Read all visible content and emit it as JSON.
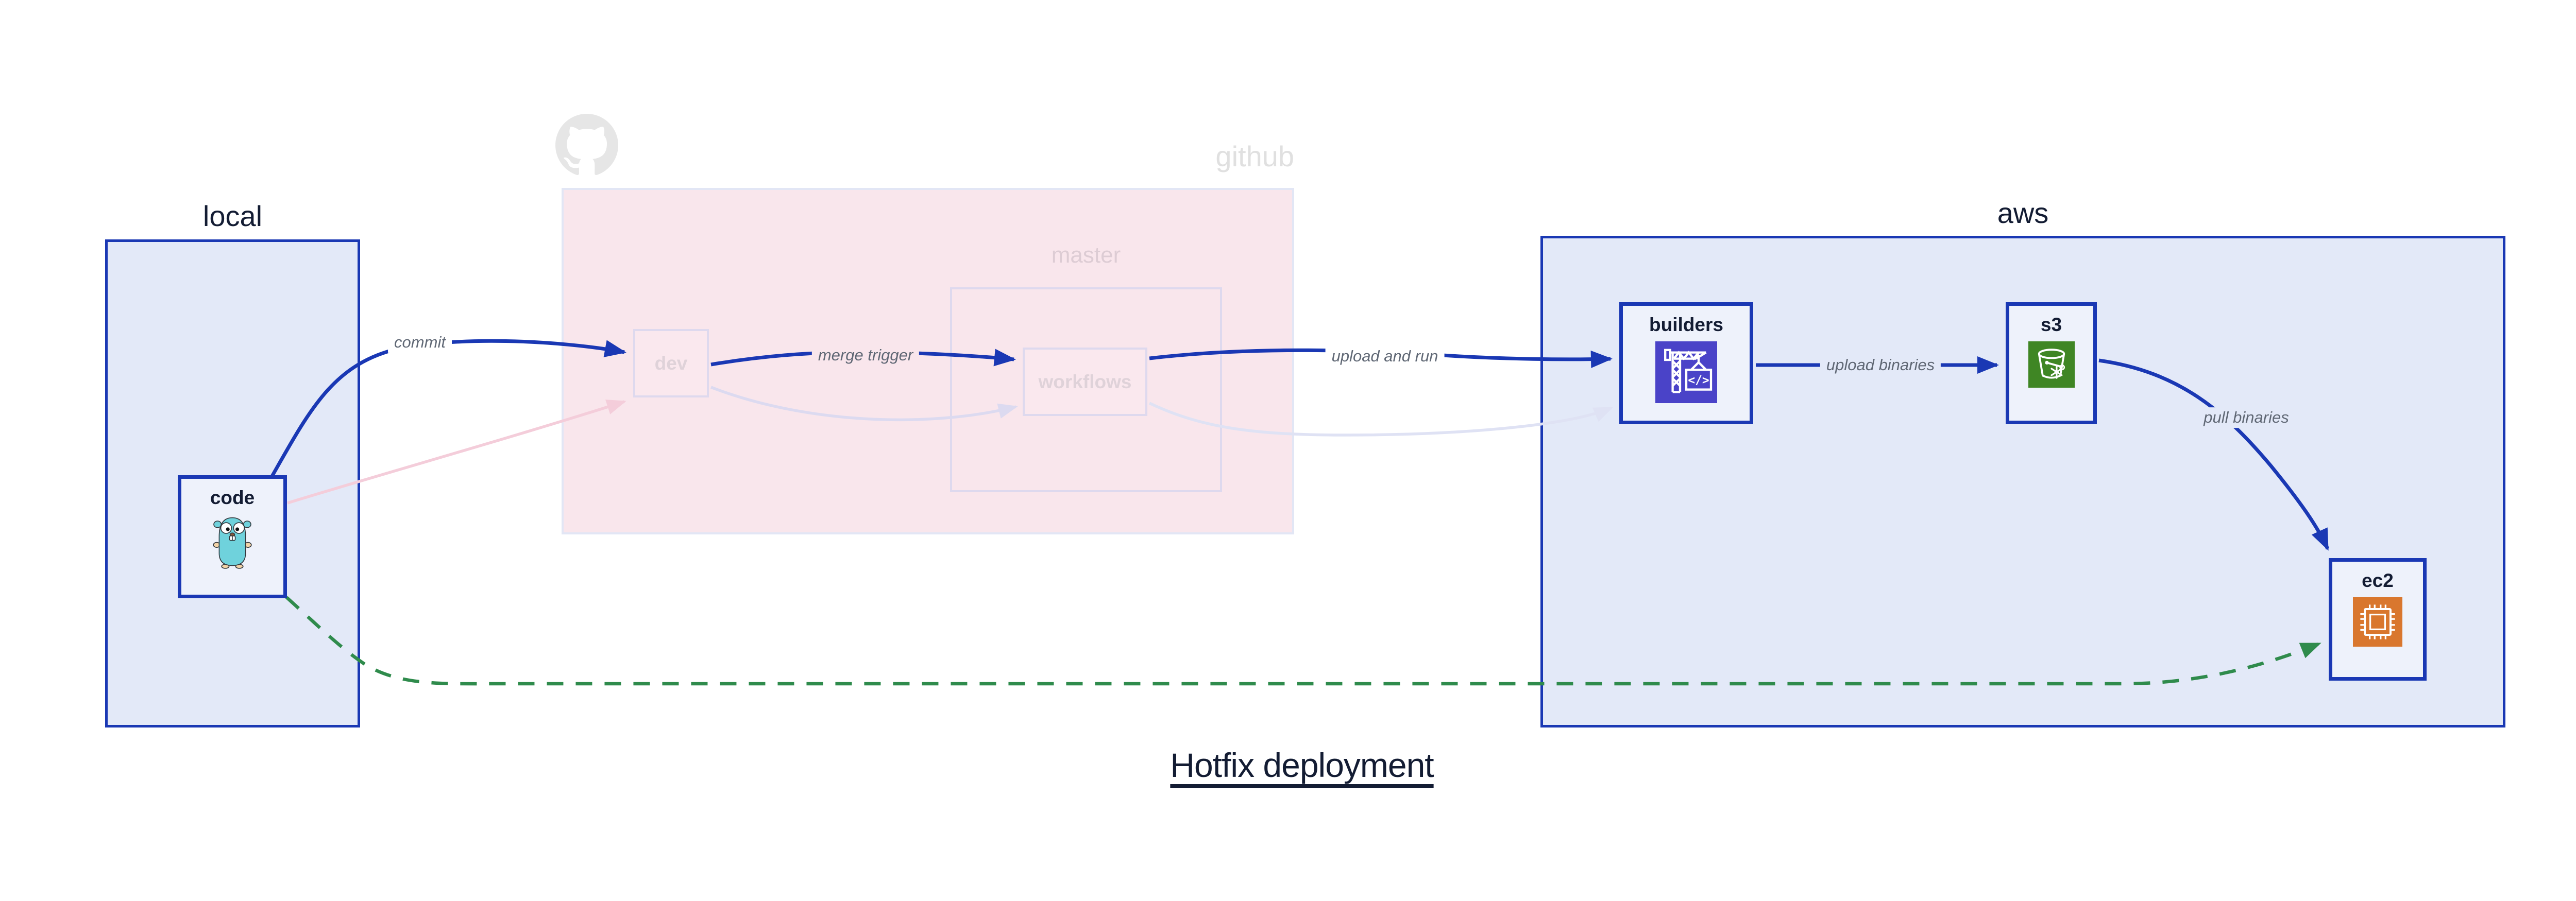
{
  "title": "Hotfix deployment",
  "groups": {
    "local": {
      "label": "local"
    },
    "github": {
      "label": "github"
    },
    "master": {
      "label": "master"
    },
    "aws": {
      "label": "aws"
    }
  },
  "nodes": {
    "code": {
      "label": "code",
      "icon": "go-gopher-icon"
    },
    "dev": {
      "label": "dev"
    },
    "workflows": {
      "label": "workflows"
    },
    "builders": {
      "label": "builders",
      "icon": "aws-codebuild-crane-icon"
    },
    "s3": {
      "label": "s3",
      "icon": "aws-s3-bucket-icon"
    },
    "ec2": {
      "label": "ec2",
      "icon": "aws-ec2-chip-icon"
    }
  },
  "edges": {
    "commit": {
      "label": "commit",
      "style": "solid-blue"
    },
    "merge_trigger": {
      "label": "merge trigger",
      "style": "solid-blue"
    },
    "upload_and_run": {
      "label": "upload and run",
      "style": "solid-blue"
    },
    "upload_binaries": {
      "label": "upload binaries",
      "style": "solid-blue"
    },
    "pull_binaries": {
      "label": "pull binaries",
      "style": "solid-blue"
    },
    "code_to_dev_faded": {
      "label": "",
      "style": "faded-pink"
    },
    "dev_to_workflows_faded": {
      "label": "",
      "style": "faded-lavender"
    },
    "workflows_to_builders_faded": {
      "label": "",
      "style": "faded-lavender"
    },
    "hotfix_code_to_ec2": {
      "label": "",
      "style": "dashed-green"
    }
  },
  "colors": {
    "accent_blue": "#1a38b4",
    "group_fill_blue": "#e3e9f8",
    "node_fill": "#eef2fb",
    "github_fill": "#f9e6ec",
    "faded_border": "#ded9ee",
    "faded_node_text": "#dfd2d9",
    "github_label_gray": "#e0e0e0",
    "master_label": "#ddccd4",
    "edge_label_gray": "#5f6774",
    "dark_navy_text": "#131c33",
    "hotfix_green": "#2f8b4c",
    "faded_pink_arrow": "#f4cdda",
    "faded_lavender_arrow": "#dcdaf0",
    "codebuild_indigo": "#4a43c8",
    "s3_green": "#3f8624",
    "ec2_orange": "#d9772e"
  }
}
